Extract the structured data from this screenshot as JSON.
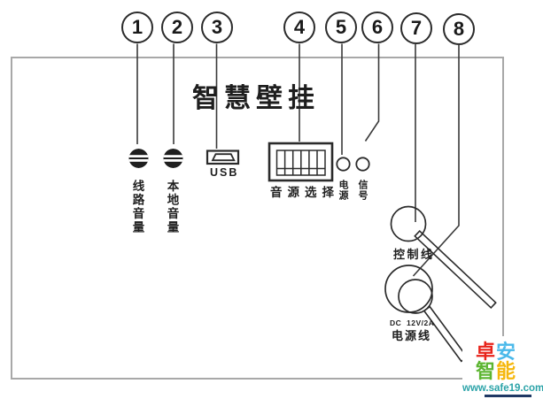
{
  "title": "智慧壁挂",
  "callouts": {
    "items": [
      {
        "num": "1",
        "points_to": "线路音量"
      },
      {
        "num": "2",
        "points_to": "本地音量"
      },
      {
        "num": "3",
        "points_to": "USB"
      },
      {
        "num": "4",
        "points_to": "音源选择"
      },
      {
        "num": "5",
        "points_to": "电源"
      },
      {
        "num": "6",
        "points_to": "信号"
      },
      {
        "num": "7",
        "points_to": "控制线"
      },
      {
        "num": "8",
        "points_to": "电源线"
      }
    ]
  },
  "panel": {
    "labels": {
      "line_volume": "线路音量",
      "local_volume": "本地音量",
      "usb": "USB",
      "audio_source": "音源选择",
      "power_led": "电源",
      "signal_led": "信号",
      "control_line": "控制线",
      "power_spec": "DC  12V/2A",
      "power_line": "电源线"
    }
  },
  "logo": {
    "chars": [
      {
        "t": "卓",
        "c": "#e8231a"
      },
      {
        "t": "安",
        "c": "#4ab9ea"
      },
      {
        "t": "智",
        "c": "#5cb531"
      },
      {
        "t": "能",
        "c": "#f5b70d"
      }
    ],
    "url": "www.safe19.com",
    "url_color": "#2ba3a8",
    "underline_color": "#1f3864"
  },
  "colors": {
    "diagram_line": "#3a3a3a",
    "component_stroke": "#2b2b2b",
    "panel_border": "#a8a8a8",
    "text": "#1f1f1f",
    "background": "#ffffff"
  }
}
